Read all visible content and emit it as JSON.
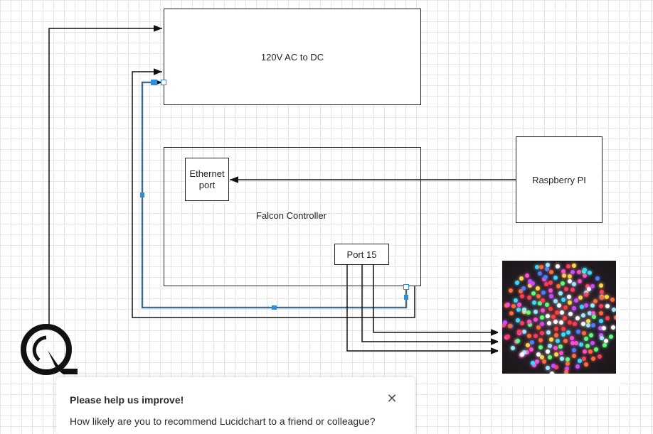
{
  "diagram": {
    "power_supply_label": "120V AC to DC",
    "falcon_label": "Falcon Controller",
    "ethernet_label": "Ethernet port",
    "port_label": "Port 15",
    "raspberry_label": "Raspberry PI"
  },
  "survey": {
    "title": "Please help us improve!",
    "question": "How likely are you to recommend Lucidchart to a friend or colleague?",
    "close_icon": "close-icon"
  },
  "colors": {
    "line": "#222222",
    "selection": "#2f8ed8",
    "grid": "#e6e6e6"
  }
}
